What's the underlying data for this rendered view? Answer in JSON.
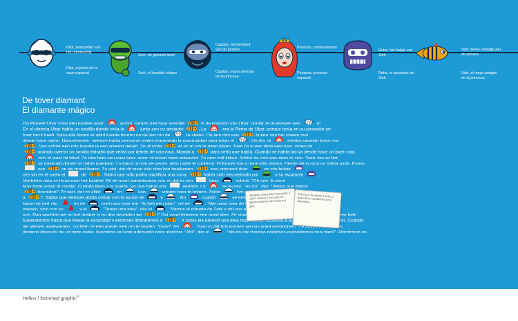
{
  "characters": [
    {
      "id": "pilot",
      "name_nl": "Pilot, bestuurder van het ruimteschip",
      "name_es": "Pilot, el piloto de la nave espacial",
      "icon": "pilot-icon"
    },
    {
      "id": "zork",
      "name_nl": "Zork, de gemene boef",
      "name_es": "Zork, el bandido infame",
      "icon": "zork-icon"
    },
    {
      "id": "captain",
      "name_nl": "Captain, rechterhand van de prinses",
      "name_es": "Capitán, mano derecha de la princesa",
      "icon": "captain-icon"
    },
    {
      "id": "princess",
      "name_nl": "Princess, ruimte-prinses",
      "name_es": "Princess, princesa espacial",
      "icon": "princess-icon"
    },
    {
      "id": "robo",
      "name_nl": "Robo, het hulpje van Zork",
      "name_es": "Robo, el ayudante de Zork",
      "icon": "robo-icon"
    },
    {
      "id": "vish",
      "name_nl": "Vish, beste vriendje van de prinses",
      "name_es": "Vish, el mejor amigito de la princesa",
      "icon": "fish-icon"
    }
  ],
  "title_nl": "De tover diamant",
  "title_es": "El diamante mágico",
  "notes": [
    {
      "text": "¡Ayudaa, está usted buscando a Vish? Vamos a ver aquí en alguna esquina del suelo por allá!"
    },
    {
      "text": "Princesa, tenemos a Vish, y queremos cambiarlo por el diamante."
    }
  ],
  "story_lines": [
    [
      "Op Planeet Ubar staat een kasteel waar ",
      "#princess",
      " woont, samen met haar vriendje ",
      "#fish",
      " is de koningin van Ubar, omdat ze al eeuwen een ",
      "#diamond",
      " in"
    ],
    [
      "En el planeta Ubar había un castillo donde vivía la ",
      "#princess",
      " junto con su amiguito ",
      "#fish",
      ". La ",
      "#princess",
      " era la Reina de Ubar, porque tenía en su posesión un"
    ],
    [
      "haar bezit heeft. Natuurlijk liggen er altijd kwade figuren op de loer om de ",
      "#diamond",
      " te stelen. Op een dag was ",
      "#fish",
      " buiten aan het spelen met"
    ],
    [
      "desde hace siglos. Naturalmente, siempre había personas males esperando la oportunidad para robar el ",
      "#diamond",
      ". Un día, la ",
      "#princess",
      " estaba jugando fuera con"
    ],
    [
      "",
      "#fish",
      ". Van achter een rots hoorde je een vreemd geluid. Ze stuurde ",
      "#fish",
      " er op af om te gaan kijken. Toen hij al een tijdje weg was, vroeg de"
    ],
    [
      "",
      "#fish",
      " cuando oyeron un sonido extraño que venía por detrás de una roca. Mandó a ",
      "#fish",
      " para verlo que había. Cuando se había ido ya desde hace un buen rato,"
    ],
    [
      "",
      "#princess",
      " zich af waar hij bleef. Ze riep hem een paar keer, maar ze kreeg geen antwoord. Ze ging zelf kijken. Achter de rota was niets te zien. Toen zag ze het"
    ],
    [
      "",
      "#fish",
      " se preguntó dónde se había quedado. Lo llamó un par de veces, pero nadie le contestó. Entonces fue a mirar ella misma. Detrás de la roca no había nada. Enton-"
    ],
    [
      "",
      "#note",
      " van ",
      "#fish",
      " op de grond liggen. Ze wist, dat dit maar één ding kon betekenen: ",
      "#fish",
      " was ontvoerd door ",
      "#zork",
      " en zijn hulpje ",
      "#robo",
      "."
    ],
    [
      "ces vio en el suelo el ",
      "#note",
      " de ",
      "#fish",
      ". Sabía que sólo podía significar una cosa: ",
      "#fish",
      " había sido secuestrado por ",
      "#zork",
      " y su ayudante ",
      "#robo",
      "."
    ],
    [
      "Verdrietig ging ze terug naar het kasteel. Bij de poort aangekomen zag ze dat er een ",
      "#note",
      " hing. ",
      "#captain",
      " schrok. \"Oh nee, ik moet"
    ],
    [
      "Muy triste volvió al castillo. Cuando llegó a la puerta, vio que había una ",
      "#note",
      " pegada. La ",
      "#princess",
      " se asustó. \"Ay no\", dijo, \"¡tengo que liberar"
    ],
    [
      "",
      "#fish",
      " bevrijden!\" Ze wist, dat ze altijd ",
      "#captain",
      " en ",
      "#pilot",
      " kon ",
      "#pilot",
      " vragen haar te helpen. Zodra ",
      "#pilot",
      " het nare verhaal hoorde,"
    ],
    [
      "a ",
      "#fish",
      "!\". Sabía que siempre podía contar con la ayuda de ",
      "#captain",
      " y ",
      "#pilot",
      ". En ",
      "#robo",
      " cuanto ",
      "#pilot",
      " se enteró de lo que había"
    ],
    [
      "kwam hij met zijn ",
      "#rocket",
      " en de ",
      "#captain",
      " snel naar haar toe. \"Ik heb een plan\", zei de ",
      "#captain",
      ". \"We gaan naar de planeet van Zork en daar verstoppen we"
    ],
    [
      "pasado, vino con su ",
      "#rocket",
      " y el ",
      "#captain",
      " \"Tengo una idea\", dijo el ",
      "#captain",
      ". \"Vamos al planeta de Zork y ahí nos escondemos."
    ],
    [
      "ons. Dan wachten we tot het donker is en dan bevrijden we ",
      "#fish",
      "!\" Dat vond iedereen een goed idee. Ze stapten allemaal in en gingen op weg. Toen ze na een hele"
    ],
    [
      "Esperaremos hasta que llegue la oscuridad y entonces liberaremos a ",
      "#fish",
      "\". A todos les pareció una idea muy buena. Subieron a la nave espacial, y partieron. Cuando"
    ],
    [
      "tijd vliegen aankwamen, zochten ze een goede plek om te landen. \"Daar!\" zei ",
      "#princess",
      ", \"daar in dat bos kunnen wij ons goed verstoppen!\" Ze landden in het bos"
    ],
    [
      "llegaron después de un largo vuelo, buscaron un lugar adecuado para aterrizar. \"Ahí\", dijo el ",
      "#pilot",
      ", \"ahí en ese bosque podemos escondernos muy bien!\". Aterrizaron en"
    ]
  ],
  "footer": {
    "credit": "Helios / formmad graphic",
    "mark": "©"
  },
  "colors": {
    "background": "#1e9ad6",
    "text": "#ffffff",
    "line": "#0b2a44",
    "princess_hair": "#e23a2a",
    "zork_green": "#4aa52c",
    "fish_orange": "#f2a51a",
    "robo_purple": "#4d4aa0",
    "rocket_red": "#d8222a"
  }
}
